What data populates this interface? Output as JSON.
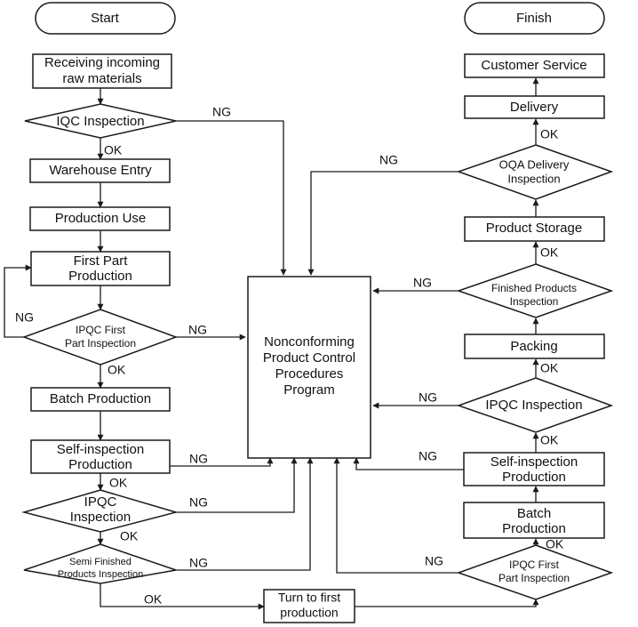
{
  "terminals": {
    "start": "Start",
    "finish": "Finish"
  },
  "left": {
    "receiving": [
      "Receiving incoming",
      "raw materials"
    ],
    "iqc": "IQC Inspection",
    "warehouse": "Warehouse Entry",
    "production_use": "Production Use",
    "first_part": [
      "First Part",
      "Production"
    ],
    "ipqc_first": [
      "IPQC First",
      "Part Inspection"
    ],
    "batch": "Batch Production",
    "self_insp": [
      "Self-inspection",
      "Production"
    ],
    "ipqc": [
      "IPQC",
      "Inspection"
    ],
    "semi": [
      "Semi Finished",
      "Products Inspection"
    ]
  },
  "center": {
    "ncr": [
      "Nonconforming",
      "Product Control",
      "Procedures",
      "Program"
    ],
    "turn": [
      "Turn to first",
      "production"
    ]
  },
  "right": {
    "customer_service": "Customer Service",
    "delivery": "Delivery",
    "oqa": [
      "OQA Delivery",
      "Inspection"
    ],
    "product_storage": "Product Storage",
    "finished": [
      "Finished Products",
      "Inspection"
    ],
    "packing": "Packing",
    "ipqc": "IPQC Inspection",
    "self_insp": [
      "Self-inspection",
      "Production"
    ],
    "batch": [
      "Batch",
      "Production"
    ],
    "ipqc_first": [
      "IPQC First",
      "Part Inspection"
    ]
  },
  "edge_labels": {
    "ok": "OK",
    "ng": "NG"
  }
}
